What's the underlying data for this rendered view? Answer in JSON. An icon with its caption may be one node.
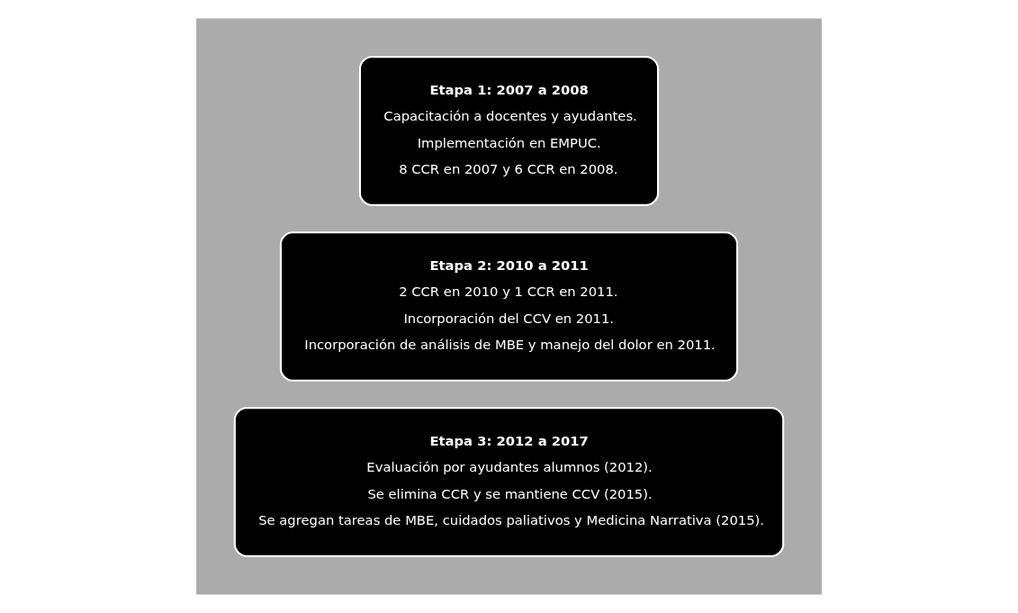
{
  "diagram": {
    "nodes": [
      {
        "text": [],
        "shape": "arrow"
      },
      {
        "text": [
          "Etapa 1: 2007 a 2008",
          "Capacitación a docentes y ayudantes.",
          "Implementación en EMPUC.",
          "8 CCR en 2007 y 6 CCR en 2008."
        ],
        "in": 0
      },
      {
        "text": [
          "Etapa 2: 2010 a 2011",
          "2 CCR en 2010 y 1 CCR en 2011.",
          "Incorporación del CCV en 2011.",
          "Incorporación de análisis de MBE y manejo del dolor en 2011."
        ],
        "in": 0
      },
      {
        "text": [
          "Etapa 3: 2012 a 2017",
          "Evaluación por ayudantes alumnos (2012).",
          "Se elimina CCR y se mantiene CCV (2015).",
          "Se agregan tareas de MBE, cuidados paliativos y Medicina Narrativa (2015)."
        ],
        "in": 0
      }
    ],
    "edges": []
  }
}
